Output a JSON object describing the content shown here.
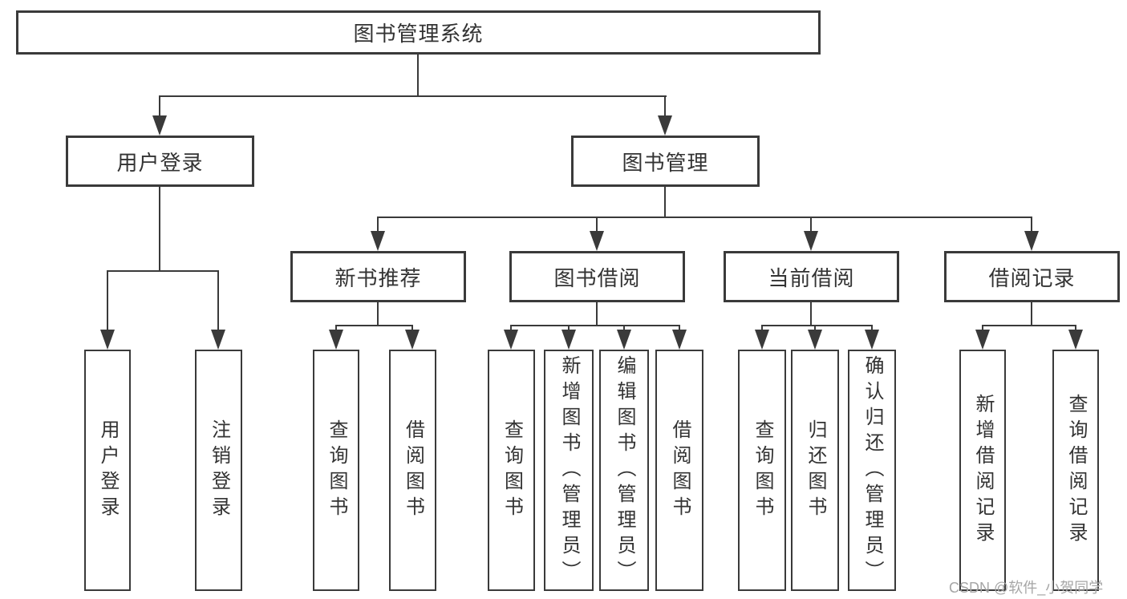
{
  "tree": {
    "root": "图书管理系统",
    "children": [
      {
        "label": "用户登录",
        "children": [
          "用户登录",
          "注销登录"
        ]
      },
      {
        "label": "图书管理",
        "children": [
          {
            "label": "新书推荐",
            "children": [
              "查询图书",
              "借阅图书"
            ]
          },
          {
            "label": "图书借阅",
            "children": [
              "查询图书",
              "新增图书（管理员）",
              "编辑图书（管理员）",
              "借阅图书"
            ]
          },
          {
            "label": "当前借阅",
            "children": [
              "查询图书",
              "归还图书",
              "确认归还（管理员）"
            ]
          },
          {
            "label": "借阅记录",
            "children": [
              "新增借阅记录",
              "查询借阅记录"
            ]
          }
        ]
      }
    ]
  },
  "watermark": {
    "text": "CSDN @软件_小贺同学",
    "color": "#a6a6a6"
  },
  "colors": {
    "line": "#3a3a3a",
    "box_border": "#3a3a3a",
    "box_bg": "#ffffff",
    "text": "#333333",
    "background": "#ffffff"
  }
}
